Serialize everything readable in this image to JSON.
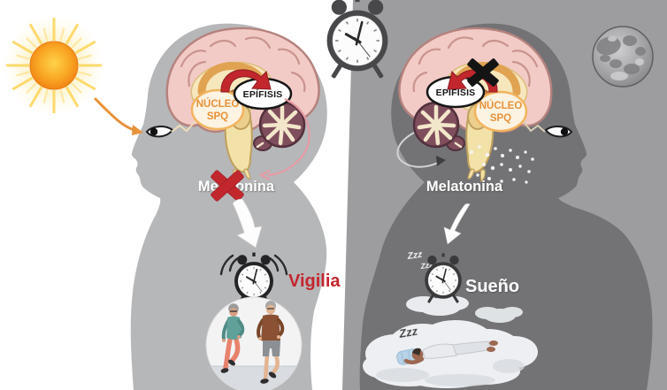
{
  "day": {
    "nucleus_line1": "NÚCLEO",
    "nucleus_line2": "SPQ",
    "pineal": "EPÍFISIS",
    "melatonin": "Melatonina",
    "state": "Vigilia"
  },
  "night": {
    "nucleus_line1": "NÚCLEO",
    "nucleus_line2": "SPQ",
    "pineal": "EPÍFISIS",
    "melatonin": "Melatonina",
    "state": "Sueño",
    "zzz_1": "Zzz",
    "zzz_2": "Zzz",
    "zzz_sleeper": "Zzz"
  },
  "colors": {
    "day_background": "#ffffff",
    "night_background": "#9d9d9f",
    "day_silhouette": "#b6b7b9",
    "night_silhouette": "#737376",
    "accent_red": "#c1272d",
    "accent_orange": "#e8923a",
    "day_state_text": "#c4262e",
    "night_state_text": "#fafafa"
  }
}
